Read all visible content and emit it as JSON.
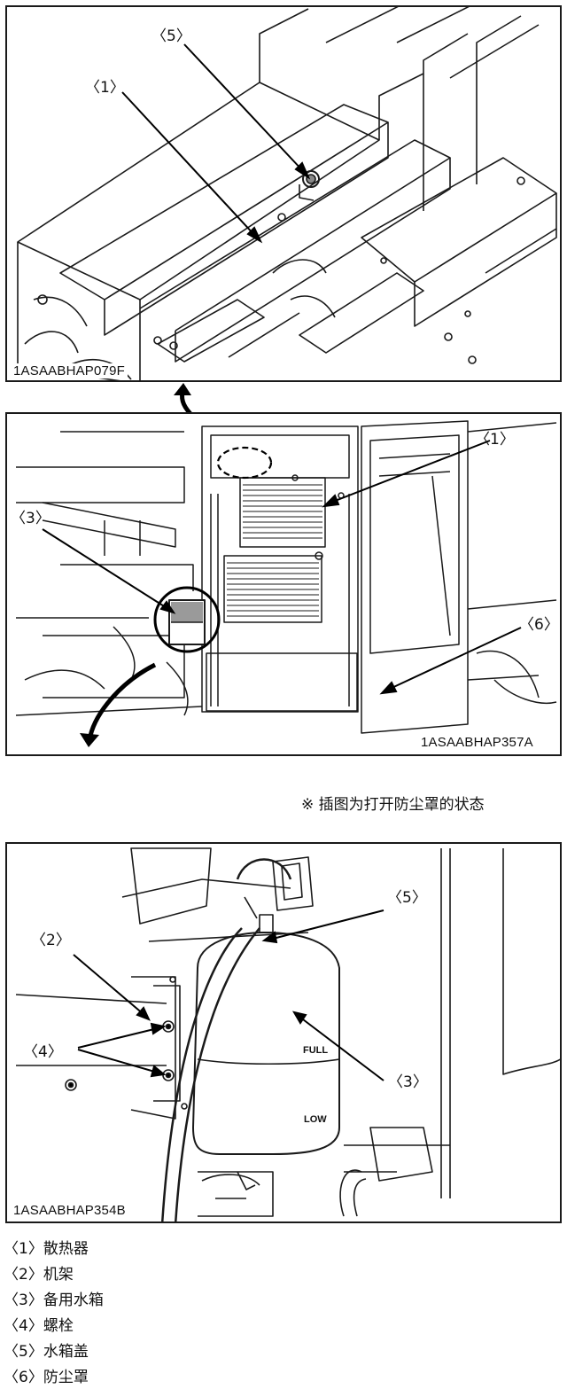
{
  "panels": [
    {
      "code": "1ASAABHAP079F",
      "callouts": [
        {
          "id": "c5",
          "text": "〈5〉"
        },
        {
          "id": "c1",
          "text": "〈1〉"
        }
      ]
    },
    {
      "code": "1ASAABHAP357A",
      "callouts": [
        {
          "id": "c1",
          "text": "〈1〉"
        },
        {
          "id": "c3",
          "text": "〈3〉"
        },
        {
          "id": "c6",
          "text": "〈6〉"
        }
      ]
    },
    {
      "code": "1ASAABHAP354B",
      "callouts": [
        {
          "id": "c5",
          "text": "〈5〉"
        },
        {
          "id": "c2",
          "text": "〈2〉"
        },
        {
          "id": "c4",
          "text": "〈4〉"
        },
        {
          "id": "c3",
          "text": "〈3〉"
        }
      ],
      "tank_marks": {
        "full": "FULL",
        "low": "LOW"
      }
    }
  ],
  "note": "※ 插图为打开防尘罩的状态",
  "legend": [
    {
      "num": "〈1〉",
      "label": "散热器"
    },
    {
      "num": "〈2〉",
      "label": "机架"
    },
    {
      "num": "〈3〉",
      "label": "备用水箱"
    },
    {
      "num": "〈4〉",
      "label": "螺栓"
    },
    {
      "num": "〈5〉",
      "label": "水箱盖"
    },
    {
      "num": "〈6〉",
      "label": "防尘罩"
    }
  ]
}
